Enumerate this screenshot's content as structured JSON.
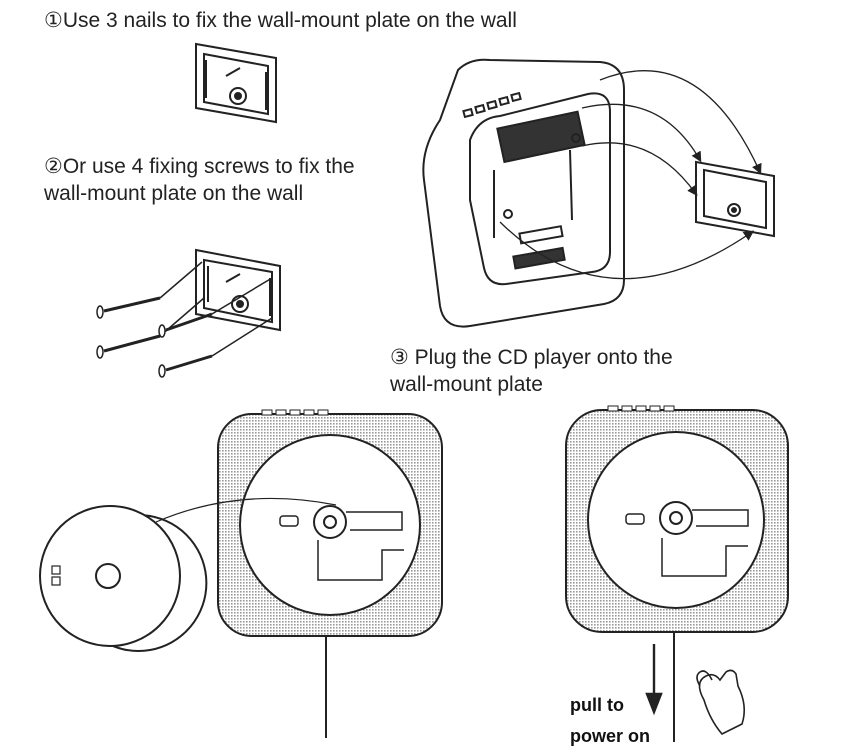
{
  "steps": {
    "step1": "①Use 3 nails to fix the wall-mount plate on the wall",
    "step2_line1": "②Or use 4 fixing screws to fix the",
    "step2_line2": "wall-mount plate on the wall",
    "step3_line1": "③ Plug the CD player onto the",
    "step3_line2": "wall-mount plate"
  },
  "power": {
    "line1": "pull to",
    "line2": "power on"
  },
  "icons": [
    "wall-mount-plate-icon",
    "screw-icon",
    "cd-player-back-icon",
    "cd-player-front-icon",
    "cd-disc-icon",
    "hand-pull-icon",
    "arrow-down-icon"
  ]
}
